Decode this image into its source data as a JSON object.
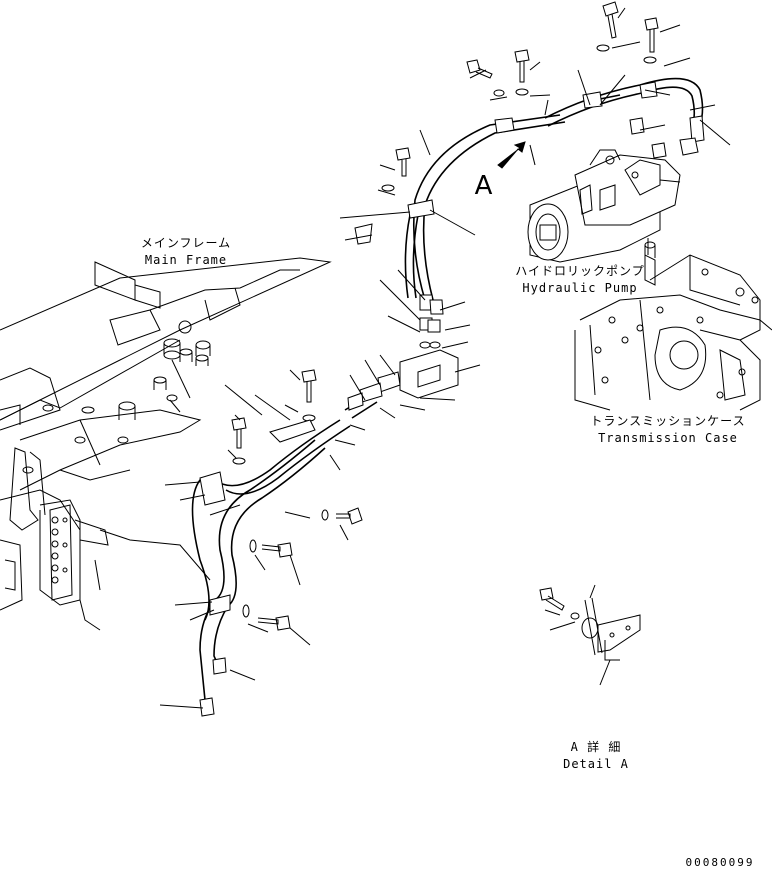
{
  "labels": {
    "main_frame_jp": "メインフレーム",
    "main_frame_en": "Main Frame",
    "hydraulic_pump_jp": "ハイドロリックポンプ",
    "hydraulic_pump_en": "Hydraulic Pump",
    "transmission_case_jp": "トランスミッションケース",
    "transmission_case_en": "Transmission Case",
    "view_marker": "A",
    "detail_jp": "A 詳 細",
    "detail_en": "Detail A",
    "drawing_number": "00080099"
  }
}
